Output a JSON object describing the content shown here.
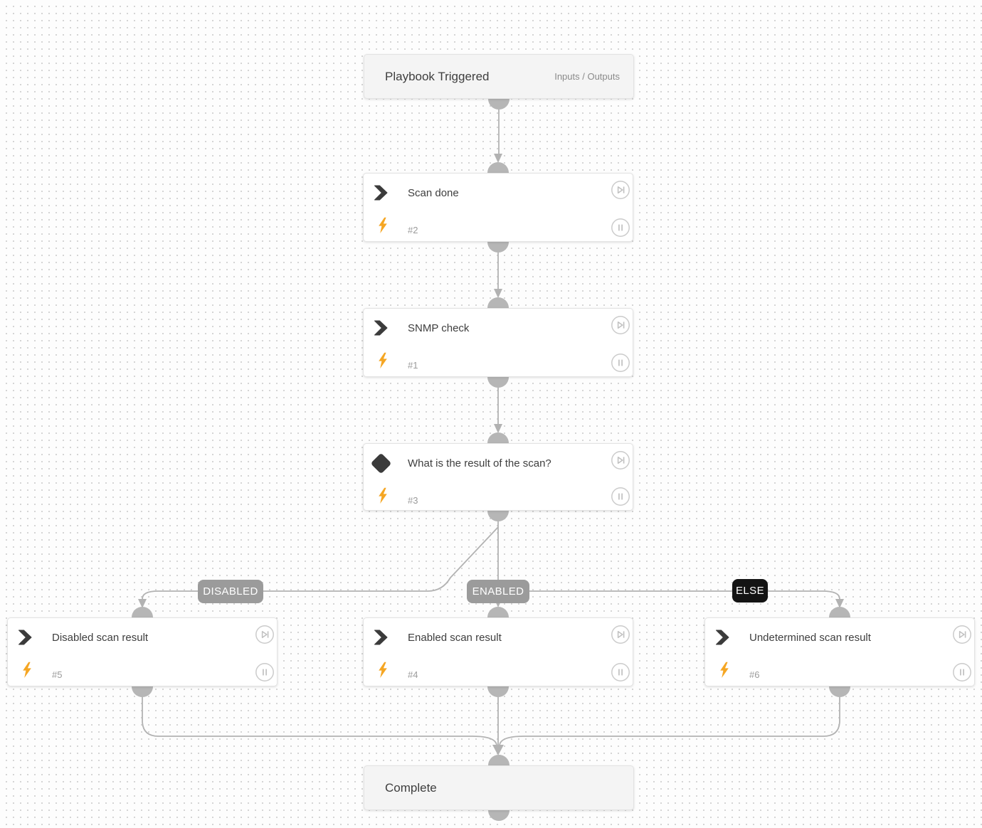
{
  "diagram": {
    "start": {
      "title": "Playbook Triggered",
      "io_link": "Inputs / Outputs"
    },
    "tasks": {
      "scan_done": {
        "title": "Scan done",
        "ref": "#2"
      },
      "snmp_check": {
        "title": "SNMP check",
        "ref": "#1"
      },
      "decision": {
        "title": "What is the result of the scan?",
        "ref": "#3"
      },
      "disabled_result": {
        "title": "Disabled scan result",
        "ref": "#5"
      },
      "enabled_result": {
        "title": "Enabled scan result",
        "ref": "#4"
      },
      "undetermined_result": {
        "title": "Undetermined scan result",
        "ref": "#6"
      }
    },
    "end": {
      "title": "Complete"
    },
    "branch_labels": {
      "disabled": "DISABLED",
      "enabled": "ENABLED",
      "else": "ELSE"
    }
  },
  "icons": {
    "action": "chevron-right-icon",
    "decision": "diamond-icon",
    "automation": "lightning-bolt-icon",
    "skip": "skip-to-end-icon",
    "pause": "pause-icon"
  },
  "colors": {
    "bolt": "#F5A623",
    "edge": "#b2b2b2",
    "port": "#b6b6b6",
    "branch_label_bg": "#9b9b9b",
    "else_label_bg": "#141414",
    "terminal_bg": "#f4f4f4",
    "node_bg": "#ffffff"
  }
}
